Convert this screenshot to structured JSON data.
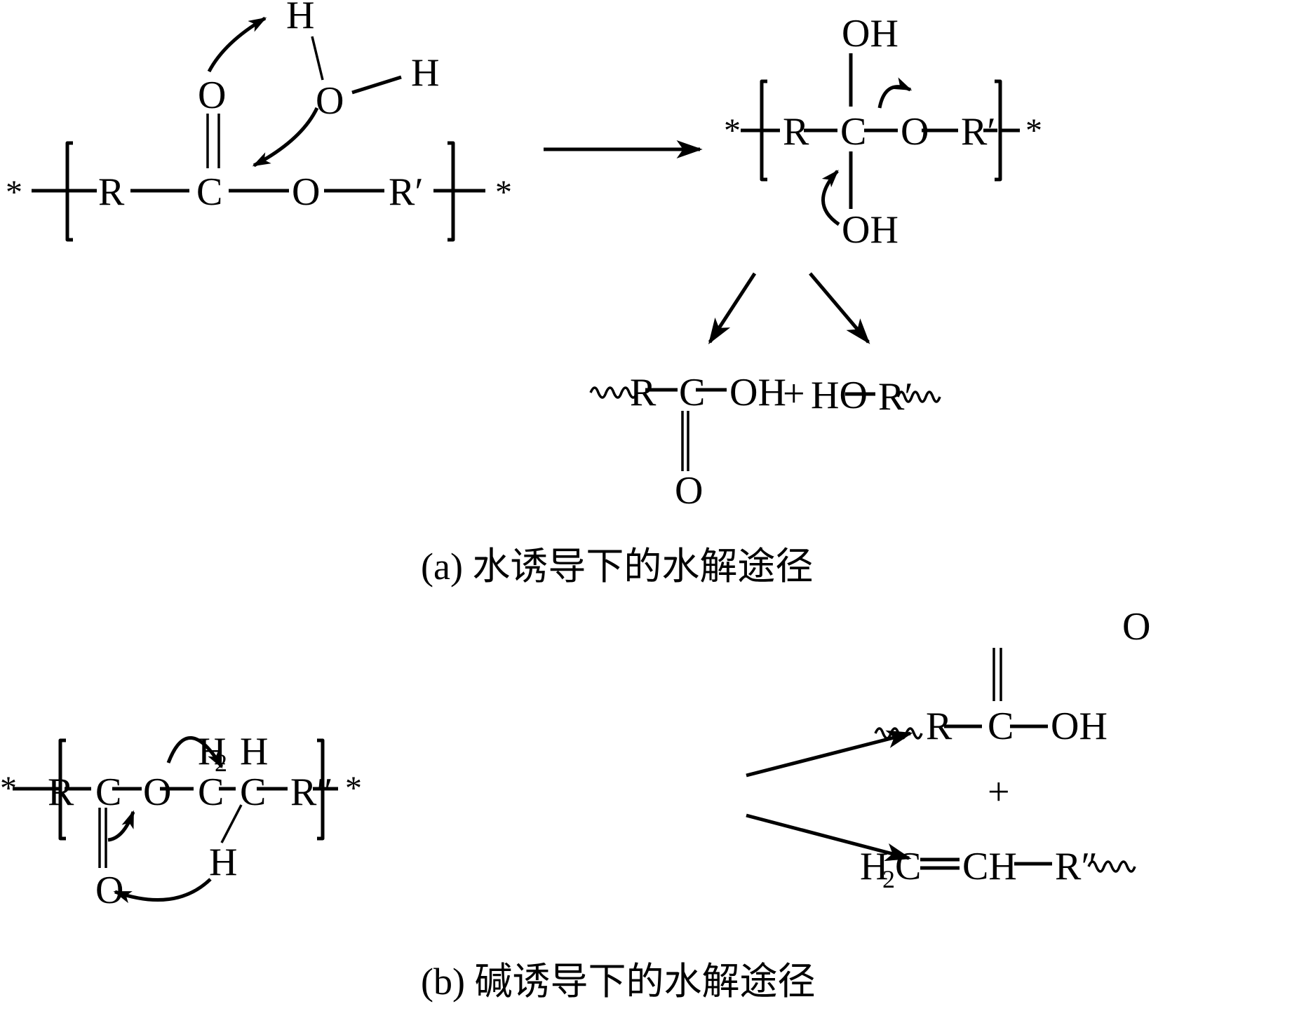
{
  "figure": {
    "panel_a": {
      "caption": "(a) 水诱导下的水解途径",
      "reactant": {
        "end_left": "*",
        "end_right": "*",
        "atoms": {
          "R": "R",
          "C": "C",
          "O_ester": "O",
          "R_prime": "R′",
          "O_carbonyl": "O"
        },
        "water": {
          "O": "O",
          "H1": "H",
          "H2": "H"
        }
      },
      "intermediate": {
        "end_left": "*",
        "end_right": "*",
        "atoms": {
          "R": "R",
          "C": "C",
          "O_ester": "O",
          "R_prime": "R′",
          "OH_top": "OH",
          "OH_bottom": "OH"
        }
      },
      "products": {
        "acid": {
          "R": "R",
          "C": "C",
          "OH": "OH",
          "O": "O"
        },
        "plus": "+",
        "alcohol": {
          "HO": "HO",
          "R_prime": "R′"
        }
      }
    },
    "panel_b": {
      "caption": "(b) 碱诱导下的水解途径",
      "reactant": {
        "end_left": "*",
        "end_right": "*",
        "atoms": {
          "R": "R",
          "C1": "C",
          "O_carbonyl": "O",
          "O_ester": "O",
          "C2": "C",
          "H2_label": "H",
          "H2_sub": "2",
          "C3": "C",
          "H_top": "H",
          "H_beta": "H",
          "R_dprime": "R″"
        }
      },
      "products": {
        "acid": {
          "R": "R",
          "C": "C",
          "OH": "OH",
          "O": "O"
        },
        "plus": "+",
        "alkene": {
          "H2C_H": "H",
          "H2C_sub": "2",
          "H2C_C": "C",
          "CH": "CH",
          "R_dprime": "R″"
        }
      }
    }
  }
}
